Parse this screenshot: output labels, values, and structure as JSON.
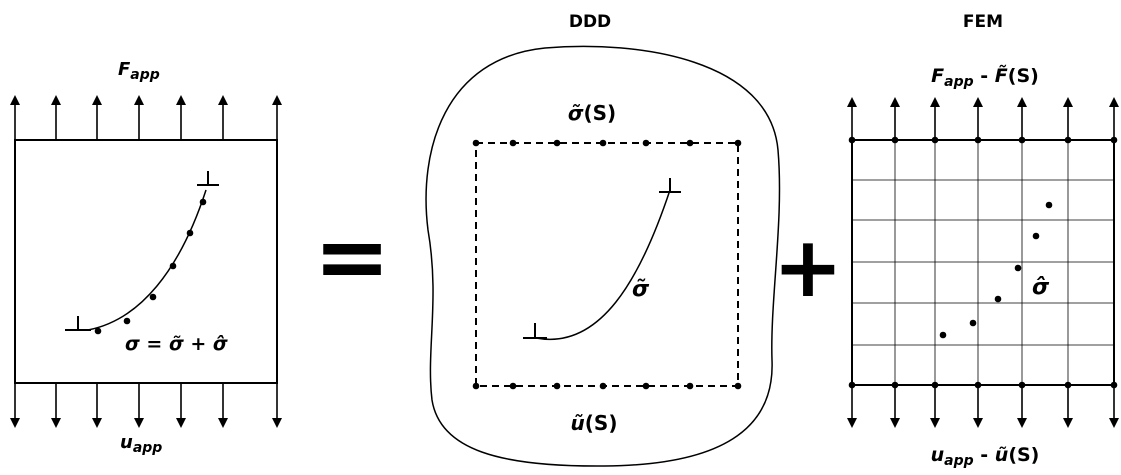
{
  "left_panel": {
    "top_label": "F",
    "top_sub": "app",
    "bottom_label": "u",
    "bottom_sub": "app",
    "equation": "σ = σ̃ + σ̂"
  },
  "equals": {
    "symbol": "="
  },
  "ddd_panel": {
    "title": "DDD",
    "top_label_sym": "σ̃",
    "top_label_arg": "(S)",
    "bottom_label_sym": "ũ",
    "bottom_label_arg": "(S)",
    "curve_label": "σ̃"
  },
  "plus": {
    "symbol": "+"
  },
  "fem_panel": {
    "title": "FEM",
    "top_label_main": "F",
    "top_label_sub": "app",
    "top_label_rest": " - ",
    "top_label_sym": "F̃",
    "top_label_arg": "(S)",
    "bottom_label_main": "u",
    "bottom_label_sub": "app",
    "bottom_label_rest": " - ",
    "bottom_label_sym": "ũ",
    "bottom_label_arg": "(S)",
    "points_label": "σ̂"
  }
}
